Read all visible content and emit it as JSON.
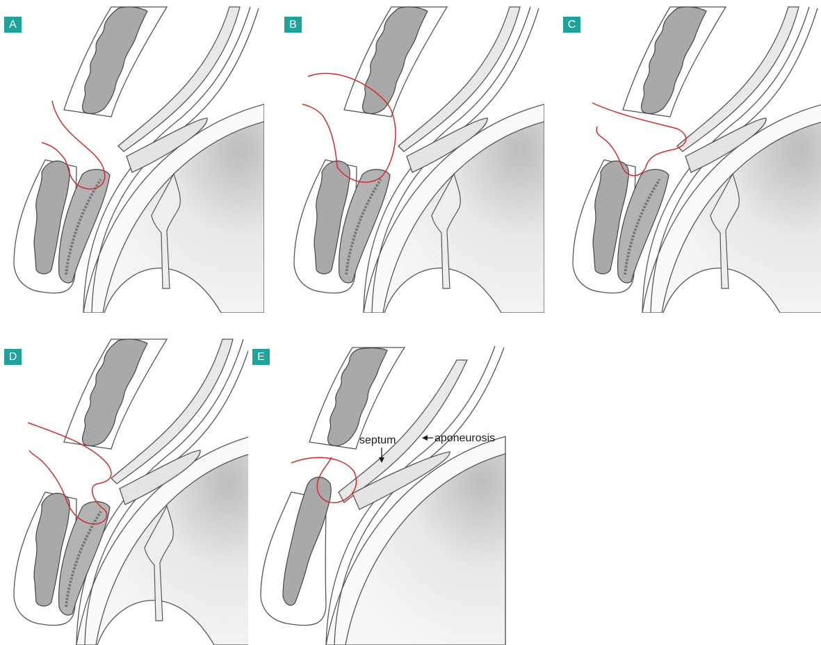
{
  "panels": [
    {
      "letter": "A"
    },
    {
      "letter": "B"
    },
    {
      "letter": "C"
    },
    {
      "letter": "D"
    },
    {
      "letter": "E"
    }
  ],
  "labels": {
    "septum": "septum",
    "aponeurosis": "aponeurosis"
  },
  "colors": {
    "badge": "#1fa29a",
    "suture": "#d42a2a",
    "tissue": "#a9a9a9",
    "layer": "#e6e6e6",
    "outline": "#555555"
  }
}
